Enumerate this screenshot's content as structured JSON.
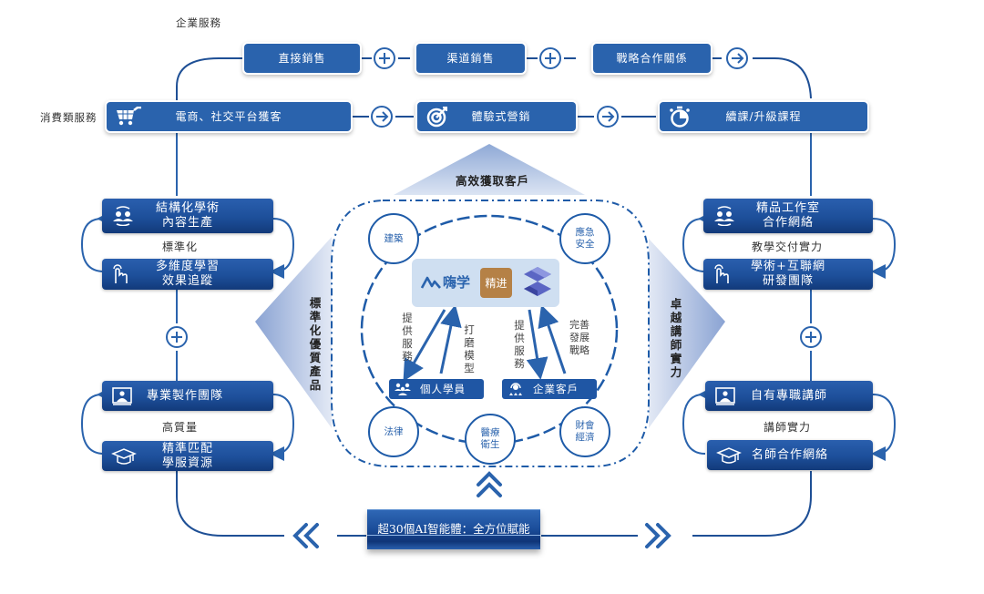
{
  "colors": {
    "primary": "#2a63ad",
    "dark": "#1d4f9a",
    "line": "#1e4f95",
    "triangle": "#a9bee0",
    "logo_panel": "#cfdff1",
    "jingjin_badge": "#b58146"
  },
  "row_labels": {
    "enterprise": "企業服務",
    "consumer": "消費類服務"
  },
  "top_row": [
    {
      "label": "直接銷售"
    },
    {
      "label": "渠道銷售"
    },
    {
      "label": "戰略合作關係"
    }
  ],
  "top_connectors": [
    "plus-circle-icon",
    "plus-circle-icon",
    "arrow-right-circle-icon"
  ],
  "second_row": [
    {
      "label": "電商、社交平台獲客",
      "icon": "shopping-cart-icon"
    },
    {
      "label": "體驗式營銷",
      "icon": "target-icon"
    },
    {
      "label": "續課/升級課程",
      "icon": "stopwatch-icon"
    }
  ],
  "left_column": {
    "group1": {
      "items": [
        {
          "lines": [
            "結構化學術",
            "內容生產"
          ],
          "icon": "people-cycle-icon"
        },
        {
          "lines": [
            "多維度學習",
            "效果追蹤"
          ],
          "icon": "touch-hand-icon"
        }
      ],
      "caption": "標準化"
    },
    "group2": {
      "items": [
        {
          "lines": [
            "專業製作團隊"
          ],
          "icon": "presenter-screen-icon"
        },
        {
          "lines": [
            "精準匹配",
            "學服資源"
          ],
          "icon": "graduation-cap-icon"
        }
      ],
      "caption": "高質量"
    }
  },
  "right_column": {
    "group1": {
      "items": [
        {
          "lines": [
            "精品工作室",
            "合作網絡"
          ],
          "icon": "people-cycle-icon"
        },
        {
          "lines": [
            "學術+互聯網",
            "研發團隊"
          ],
          "icon": "touch-hand-icon"
        }
      ],
      "caption": "教學交付實力"
    },
    "group2": {
      "items": [
        {
          "lines": [
            "自有專職講師"
          ],
          "icon": "presenter-screen-icon"
        },
        {
          "lines": [
            "名師合作網絡"
          ],
          "icon": "graduation-cap-icon"
        }
      ],
      "caption": "講師實力"
    }
  },
  "triangles": {
    "top": "高效獲取客戶",
    "left": "標準化優質產品",
    "right": "卓越講師實力"
  },
  "center": {
    "logos": {
      "brand1": "嗨学",
      "brand2": "精进"
    },
    "circles": [
      {
        "lines": [
          "建築"
        ]
      },
      {
        "lines": [
          "應急",
          "安全"
        ]
      },
      {
        "lines": [
          "法律"
        ]
      },
      {
        "lines": [
          "醫療",
          "衛生"
        ]
      },
      {
        "lines": [
          "財會",
          "經濟"
        ]
      }
    ],
    "arrow_labels": {
      "provide_service_left": "提供服務",
      "polish_model": "打磨模型",
      "provide_service_right": "提供服務",
      "improve_strategy": [
        "完善",
        "發展",
        "戰略"
      ]
    },
    "clients": [
      {
        "label": "個人學員",
        "icon": "group-people-icon"
      },
      {
        "label": "企業客戶",
        "icon": "headset-agent-icon"
      }
    ]
  },
  "bottom": {
    "label": "超30個AI智能體：全方位賦能"
  }
}
